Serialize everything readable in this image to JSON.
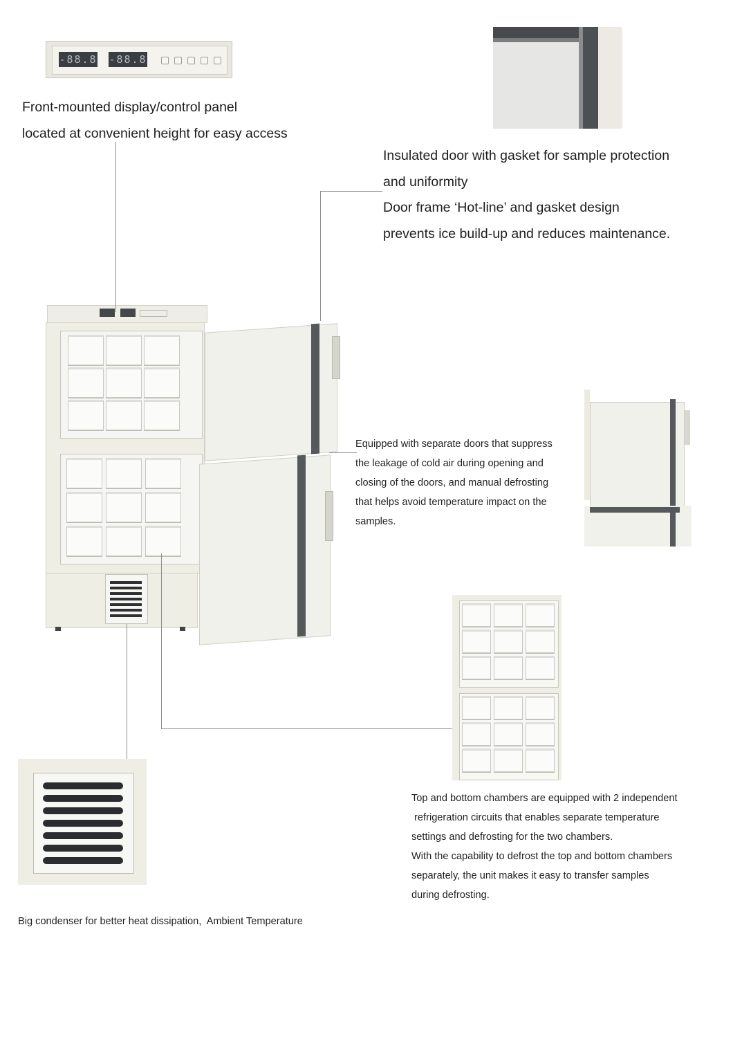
{
  "captions": {
    "control_panel": [
      "Front-mounted display/control panel",
      "located at convenient height for easy access"
    ],
    "door": [
      "Insulated door with gasket for sample protection",
      "and uniformity",
      "Door frame ‘Hot-line’ and gasket design",
      "prevents ice build-up and reduces maintenance."
    ],
    "separate_doors": [
      "Equipped with separate doors that suppress",
      "the leakage of cold air during opening and",
      "closing of the doors, and manual defrosting",
      "that helps avoid temperature impact on the",
      "samples."
    ],
    "chambers": [
      "Top and bottom chambers are equipped with 2 independent",
      " refrigeration circuits that enables separate temperature",
      "settings and defrosting for the two chambers.",
      "With the capability to defrost the top and bottom chambers",
      "separately, the unit makes it easy to transfer samples",
      "during defrosting."
    ],
    "condenser": "Big condenser for better heat dissipation,  Ambient Temperature"
  },
  "display_readouts": [
    "-88.8",
    "-88.8"
  ],
  "colors": {
    "cabinet": "#efeee4",
    "cabinet_shadow": "#d9d8cd",
    "door": "#efefea",
    "gasket": "#56595c",
    "tray": "#fbfbfa",
    "vent": "#2a2c2f",
    "leader_line": "#8c8c8c"
  }
}
